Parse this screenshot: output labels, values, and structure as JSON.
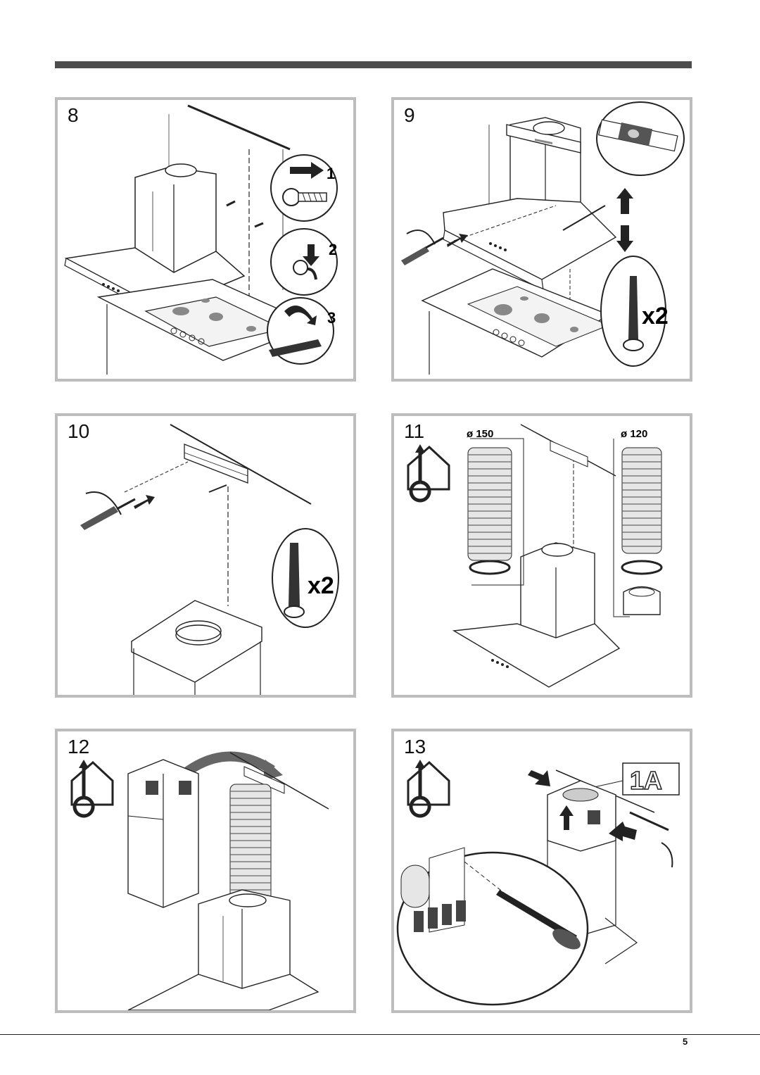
{
  "panels": [
    {
      "number": "8",
      "callouts": [
        "1",
        "2",
        "3"
      ]
    },
    {
      "number": "9",
      "multiplier": "x2"
    },
    {
      "number": "10",
      "multiplier": "x2"
    },
    {
      "number": "11",
      "diameters": [
        "ø 150",
        "ø 120"
      ],
      "icon": "ducted-outlet-house-icon"
    },
    {
      "number": "12",
      "icon": "ducted-outlet-house-icon"
    },
    {
      "number": "13",
      "label": "1A",
      "icon": "ducted-outlet-house-icon"
    }
  ],
  "page_number": "5",
  "colors": {
    "top_bar": "#4d4d4d",
    "panel_border": "#bdbdbd",
    "line_art": "#222222",
    "fill_gray": "#777777"
  }
}
